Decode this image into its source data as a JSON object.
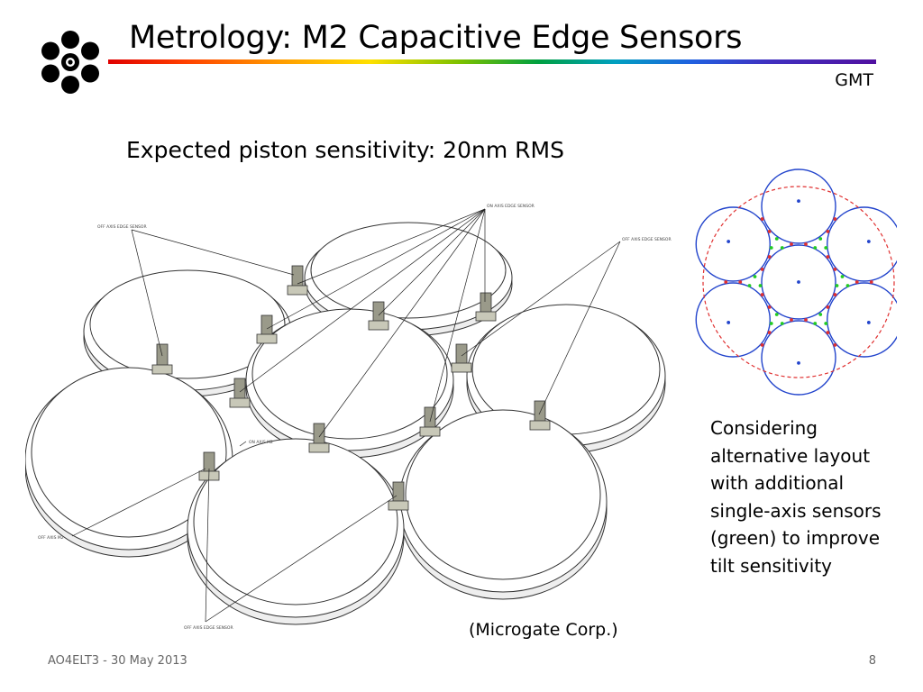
{
  "slide": {
    "title": "Metrology: M2 Capacitive Edge Sensors",
    "org": "GMT",
    "subtitle": "Expected piston sensitivity:  20nm RMS",
    "caption": "Considering alternative layout with additional single-axis sensors (green) to improve tilt sensitivity",
    "credit": "(Microgate Corp.)",
    "footer": "AO4ELT3 - 30 May 2013",
    "page_number": "8"
  },
  "drawing_labels": {
    "on_axis": "ON AXIS EDGE SENSOR",
    "off_axis_left": "OFF AXIS EDGE SENSOR",
    "off_axis_right": "OFF AXIS EDGE SENSOR",
    "on_axis_m2": "ON AXIS M2",
    "off_axis_m2": "OFF AXIS M2",
    "off_axis_bottom": "OFF AXIS EDGE SENSOR"
  },
  "colors": {
    "segment_circle": "#2244cc",
    "center_dot": "#2244cc",
    "enclosing_circle": "#e03030",
    "edge_sensor": "#e03030",
    "single_axis_sensor": "#22cc22"
  }
}
